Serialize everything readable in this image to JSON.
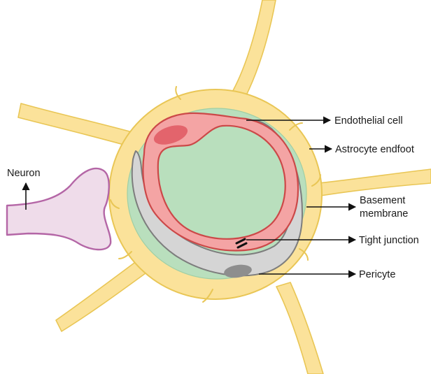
{
  "labels": {
    "neuron": "Neuron",
    "endothelial_cell": "Endothelial cell",
    "astrocyte_endfoot": "Astrocyte endfoot",
    "basement_membrane_line1": "Basement",
    "basement_membrane_line2": "membrane",
    "tight_junction": "Tight junction",
    "pericyte": "Pericyte"
  },
  "colors": {
    "astrocyte_fill": "#fbe29a",
    "astrocyte_stroke": "#e9c655",
    "basement_membrane": "#b9dfbd",
    "pericyte_fill": "#d5d5d5",
    "pericyte_stroke": "#7d7d7d",
    "pericyte_nucleus": "#8e8e8e",
    "endothelial_fill": "#f4a4a4",
    "endothelial_stroke": "#cc4848",
    "endothelial_nucleus": "#e3646c",
    "neuron_fill": "#efdcea",
    "neuron_stroke": "#b466a6",
    "arrow": "#111111"
  }
}
